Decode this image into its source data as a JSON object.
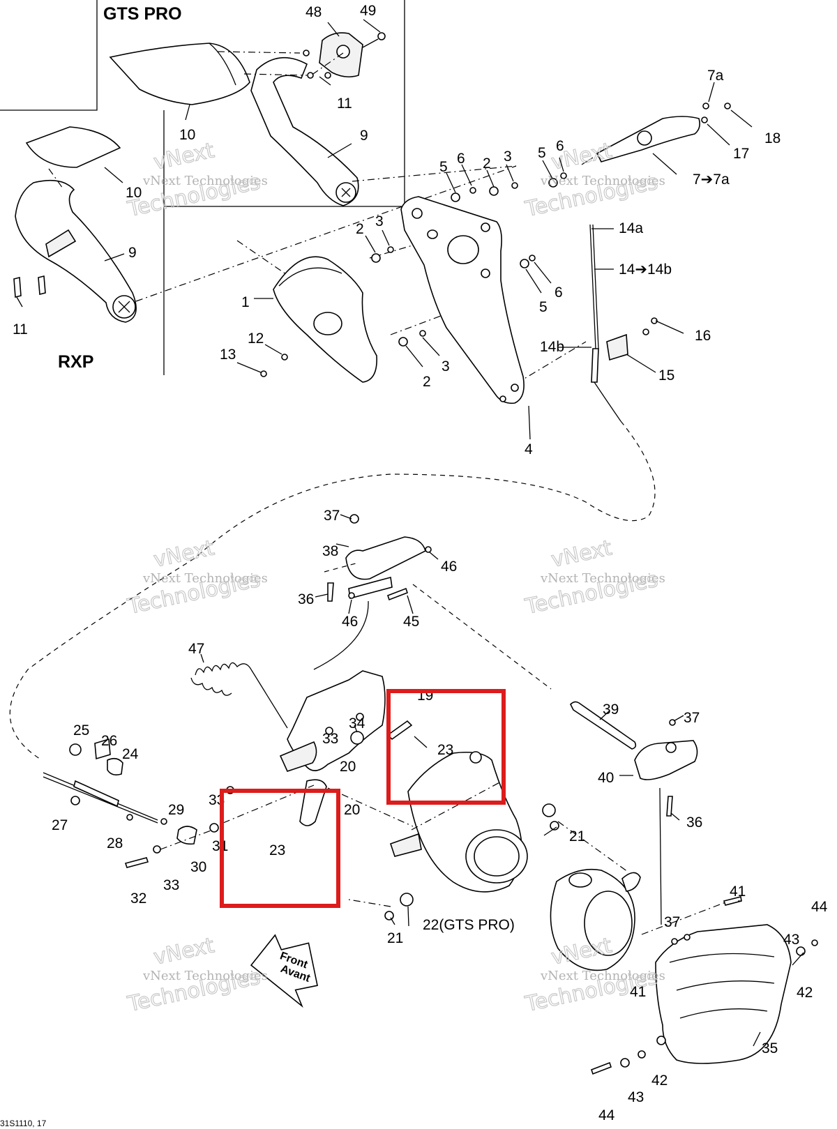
{
  "insets": {
    "gts_title": "GTS PRO",
    "rxp_title": "RXP"
  },
  "watermark": {
    "line1": "vNext Technologies",
    "line2": "Technologies",
    "line3": "vNext"
  },
  "callouts": {
    "c48": "48",
    "c49": "49",
    "c11a": "11",
    "c10a": "10",
    "c9a": "9",
    "c10b": "10",
    "c9b": "9",
    "c11b": "11",
    "c7a": "7a",
    "c18": "18",
    "c17": "17",
    "c7to7a": "7➔7a",
    "c5a": "5",
    "c6a": "6",
    "c2a": "2",
    "c3a": "3",
    "c5b": "5",
    "c6b": "6",
    "c14a": "14a",
    "c14to14b": "14➔14b",
    "c6c": "6",
    "c5c": "5",
    "c2b": "2",
    "c3b": "3",
    "c1": "1",
    "c12": "12",
    "c13": "13",
    "c3c": "3",
    "c2c": "2",
    "c14b": "14b",
    "c16": "16",
    "c15": "15",
    "c4": "4",
    "c37a": "37",
    "c38": "38",
    "c46a": "46",
    "c36a": "36",
    "c46b": "46",
    "c45": "45",
    "c47": "47",
    "c19": "19",
    "c34": "34",
    "c33a": "33",
    "c20a": "20",
    "c23a": "23",
    "c39": "39",
    "c37b": "37",
    "c40": "40",
    "c36b": "36",
    "c25": "25",
    "c26": "26",
    "c24": "24",
    "c27": "27",
    "c29": "29",
    "c28": "28",
    "c33b": "33",
    "c20b": "20",
    "c31": "31",
    "c23b": "23",
    "c30": "30",
    "c32": "32",
    "c33c": "33",
    "c21a": "21",
    "c21b": "21",
    "c22": "22(GTS PRO)",
    "c41a": "41",
    "c44a": "44",
    "c37c": "37",
    "c43a": "43",
    "c42a": "42",
    "c41b": "41",
    "c35": "35",
    "c42b": "42",
    "c43b": "43",
    "c44b": "44"
  },
  "front_arrow": {
    "line1": "Front",
    "line2": "Avant"
  },
  "figure_code": "31S1110, 17",
  "highlight_color": "#dd1c1c"
}
